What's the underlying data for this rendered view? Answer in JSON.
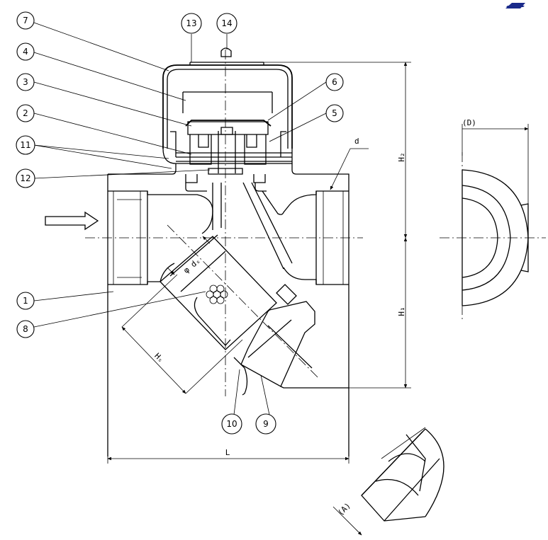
{
  "callouts": [
    "7",
    "13",
    "14",
    "4",
    "3",
    "6",
    "2",
    "5",
    "11",
    "12",
    "1",
    "8",
    "10",
    "9"
  ],
  "dimensions": {
    "h2": "H₂",
    "h1": "H₁",
    "d": "d",
    "D": "(D)",
    "L": "L",
    "A": "(A)",
    "hs": "Hₛ",
    "ds": "φ dₛ"
  },
  "colors": {
    "line": "#000000",
    "logo": "#1a2a8a"
  }
}
